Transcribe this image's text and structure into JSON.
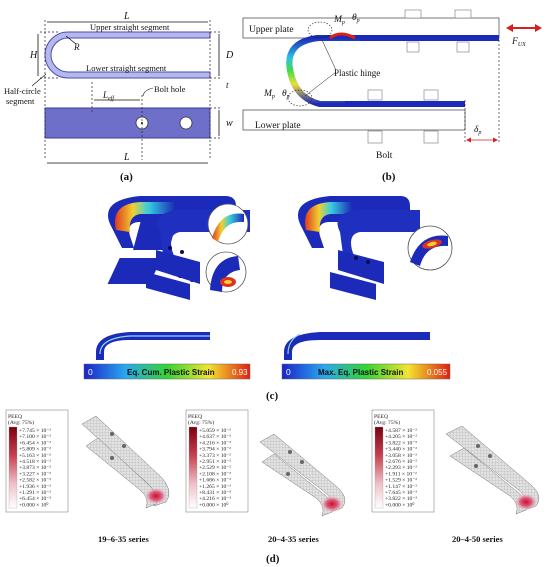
{
  "panel_a": {
    "dim_L_top": "L",
    "dim_H": "H",
    "dim_R": "R",
    "dim_D": "D",
    "dim_t": "t",
    "dim_Leff": "L",
    "dim_Leff_sub": "eff",
    "dim_w": "w",
    "dim_L_bottom": "L",
    "upper_segment": "Upper straight segment",
    "lower_segment": "Lower straight segment",
    "half_circle_line1": "Half-circle",
    "half_circle_line2": "segment",
    "bolt_hole": "Bolt hole",
    "caption": "(a)"
  },
  "panel_b": {
    "upper_plate": "Upper plate",
    "lower_plate": "Lower plate",
    "plastic_hinge": "Plastic hinge",
    "bolt": "Bolt",
    "mp_upper": "M",
    "mp_upper_sub": "p",
    "theta_upper": "θ",
    "theta_upper_sub": "p",
    "mp_lower": "M",
    "mp_lower_sub": "p",
    "theta_lower": "θ",
    "theta_lower_sub": "p",
    "force": "F",
    "force_sub": "UX",
    "delta": "δ",
    "delta_sub": "p",
    "caption": "(b)"
  },
  "panel_c": {
    "bar_left": {
      "min": "0",
      "label": "Eq. Cum. Plastic Strain",
      "max": "0.93"
    },
    "bar_right": {
      "min": "0",
      "label": "Max. Eq. Plastic Strain",
      "max": "0.055"
    },
    "caption": "(c)"
  },
  "panel_d": {
    "legends": [
      {
        "title": "PEEQ",
        "subtitle": "(Avg: 75%)",
        "values": [
          "+7.745 × 10⁻²",
          "+7.100 × 10⁻²",
          "+6.454 × 10⁻²",
          "+5.809 × 10⁻²",
          "+5.163 × 10⁻²",
          "+4.518 × 10⁻²",
          "+3.873 × 10⁻²",
          "+3.227 × 10⁻²",
          "+2.582 × 10⁻²",
          "+1.936 × 10⁻²",
          "+1.291 × 10⁻²",
          "+6.454 × 10⁻³",
          "+0.000 × 10⁰"
        ],
        "series": "19–6-35 series"
      },
      {
        "title": "PEEQ",
        "subtitle": "(Avg: 75%)",
        "values": [
          "+5.059 × 10⁻²",
          "+4.637 × 10⁻²",
          "+4.216 × 10⁻²",
          "+3.794 × 10⁻²",
          "+3.373 × 10⁻²",
          "+2.951 × 10⁻²",
          "+2.529 × 10⁻²",
          "+2.108 × 10⁻²",
          "+1.686 × 10⁻²",
          "+1.265 × 10⁻²",
          "+8.431 × 10⁻³",
          "+4.216 × 10⁻³",
          "+0.000 × 10⁰"
        ],
        "series": "20–4-35 series"
      },
      {
        "title": "PEEQ",
        "subtitle": "(Avg: 75%)",
        "values": [
          "+4.587 × 10⁻²",
          "+4.205 × 10⁻²",
          "+3.822 × 10⁻²",
          "+3.440 × 10⁻²",
          "+3.058 × 10⁻²",
          "+2.676 × 10⁻²",
          "+2.293 × 10⁻²",
          "+1.911 × 10⁻²",
          "+1.529 × 10⁻²",
          "+1.147 × 10⁻²",
          "+7.645 × 10⁻³",
          "+3.822 × 10⁻³",
          "+0.000 × 10⁰"
        ],
        "series": "20–4-50 series"
      }
    ],
    "caption": "(d)"
  },
  "colors": {
    "plate_blue": "#6d6fc9",
    "fea_blue": "#1b2ab8",
    "red_arrow": "#d92020"
  }
}
